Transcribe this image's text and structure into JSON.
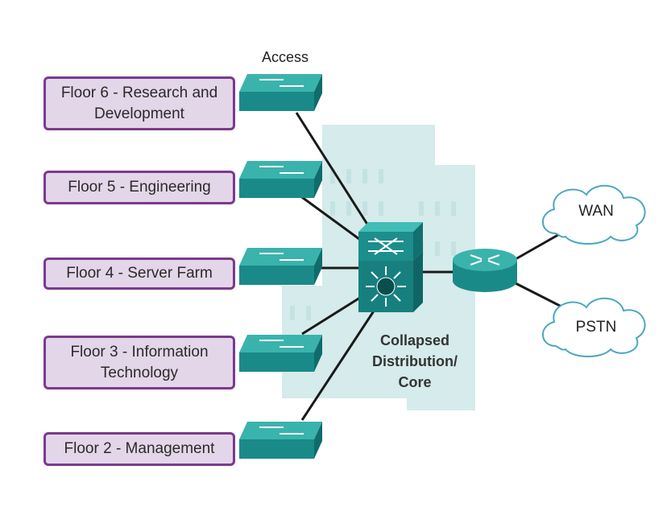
{
  "labels": {
    "access": "Access",
    "core_line1": "Collapsed",
    "core_line2": "Distribution/",
    "core_line3": "Core"
  },
  "floors": [
    {
      "line1": "Floor 6 - Research and",
      "line2": "Development"
    },
    {
      "line1": "Floor 5 - Engineering",
      "line2": ""
    },
    {
      "line1": "Floor 4 - Server Farm",
      "line2": ""
    },
    {
      "line1": "Floor 3 - Information",
      "line2": "Technology"
    },
    {
      "line1": "Floor 2 - Management",
      "line2": ""
    }
  ],
  "clouds": {
    "wan": "WAN",
    "pstn": "PSTN"
  },
  "colors": {
    "device_teal": "#1a8c8c",
    "device_top": "#3cb9b4",
    "floor_fill": "#e4d6e9",
    "floor_border": "#7b3a8e",
    "building": "#cde7e8",
    "cloud_border": "#4aa8c0"
  }
}
